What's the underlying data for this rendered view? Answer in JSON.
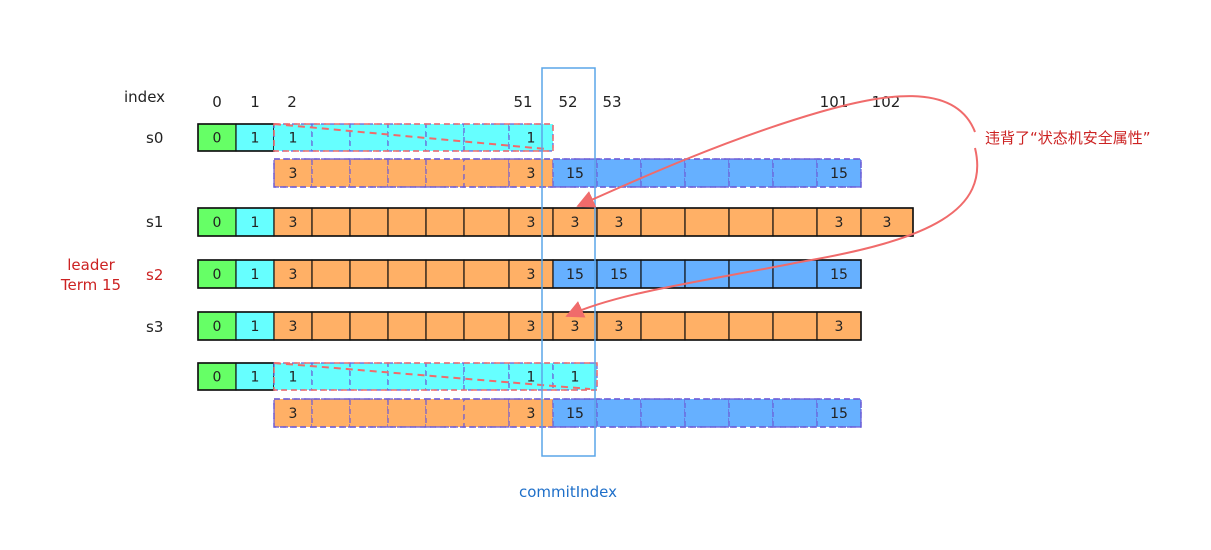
{
  "index_label": "index",
  "index_numbers": [
    "0",
    "1",
    "2",
    "51",
    "52",
    "53",
    "101",
    "102"
  ],
  "rows": [
    {
      "name": "s0",
      "label_color": "#222222"
    },
    {
      "name": "s1",
      "label_color": "#222222"
    },
    {
      "name": "s2",
      "label_color": "#cc2222"
    },
    {
      "name": "s3",
      "label_color": "#222222"
    }
  ],
  "leader_label": [
    "leader",
    "Term 15"
  ],
  "commit_label": "commitIndex",
  "annotation": "违背了“状态机安全属性”",
  "colors": {
    "green": "#66ff66",
    "cyan": "#66ffff",
    "orange": "#ffb066",
    "blue": "#66b0ff",
    "dash_border": "#6b5bd6",
    "dash_outline": "#f06b6b",
    "arrow": "#f06b6b",
    "commit_box": "#5aa6e8"
  },
  "logs": [
    {
      "id": "s0-stored",
      "dashed": false,
      "entries": [
        {
          "fill": "green",
          "label": "0"
        },
        {
          "fill": "cyan",
          "label": "1"
        }
      ]
    },
    {
      "id": "s0-overwritten",
      "dashed": true,
      "entries": [
        {
          "fill": "cyan",
          "label": "1"
        },
        {
          "fill": "cyan",
          "label": ""
        },
        {
          "fill": "cyan",
          "label": ""
        },
        {
          "fill": "cyan",
          "label": ""
        },
        {
          "fill": "cyan",
          "label": ""
        },
        {
          "fill": "cyan",
          "label": ""
        },
        {
          "fill": "cyan",
          "label": "1"
        }
      ]
    },
    {
      "id": "s0-replacement",
      "dashed": true,
      "entries": [
        {
          "fill": "orange",
          "label": "3"
        },
        {
          "fill": "orange",
          "label": ""
        },
        {
          "fill": "orange",
          "label": ""
        },
        {
          "fill": "orange",
          "label": ""
        },
        {
          "fill": "orange",
          "label": ""
        },
        {
          "fill": "orange",
          "label": ""
        },
        {
          "fill": "orange",
          "label": "3"
        },
        {
          "fill": "blue",
          "label": "15"
        },
        {
          "fill": "blue",
          "label": ""
        },
        {
          "fill": "blue",
          "label": ""
        },
        {
          "fill": "blue",
          "label": ""
        },
        {
          "fill": "blue",
          "label": ""
        },
        {
          "fill": "blue",
          "label": ""
        },
        {
          "fill": "blue",
          "label": "15"
        }
      ]
    },
    {
      "id": "s1-log",
      "dashed": false,
      "entries": [
        {
          "fill": "green",
          "label": "0"
        },
        {
          "fill": "cyan",
          "label": "1"
        },
        {
          "fill": "orange",
          "label": "3"
        },
        {
          "fill": "orange",
          "label": ""
        },
        {
          "fill": "orange",
          "label": ""
        },
        {
          "fill": "orange",
          "label": ""
        },
        {
          "fill": "orange",
          "label": ""
        },
        {
          "fill": "orange",
          "label": ""
        },
        {
          "fill": "orange",
          "label": "3"
        },
        {
          "fill": "orange",
          "label": "3"
        },
        {
          "fill": "orange",
          "label": "3"
        },
        {
          "fill": "orange",
          "label": ""
        },
        {
          "fill": "orange",
          "label": ""
        },
        {
          "fill": "orange",
          "label": ""
        },
        {
          "fill": "orange",
          "label": ""
        },
        {
          "fill": "orange",
          "label": "3"
        },
        {
          "fill": "orange",
          "label": "3"
        }
      ]
    },
    {
      "id": "s2-log",
      "dashed": false,
      "entries": [
        {
          "fill": "green",
          "label": "0"
        },
        {
          "fill": "cyan",
          "label": "1"
        },
        {
          "fill": "orange",
          "label": "3"
        },
        {
          "fill": "orange",
          "label": ""
        },
        {
          "fill": "orange",
          "label": ""
        },
        {
          "fill": "orange",
          "label": ""
        },
        {
          "fill": "orange",
          "label": ""
        },
        {
          "fill": "orange",
          "label": ""
        },
        {
          "fill": "orange",
          "label": "3"
        },
        {
          "fill": "blue",
          "label": "15"
        },
        {
          "fill": "blue",
          "label": "15"
        },
        {
          "fill": "blue",
          "label": ""
        },
        {
          "fill": "blue",
          "label": ""
        },
        {
          "fill": "blue",
          "label": ""
        },
        {
          "fill": "blue",
          "label": ""
        },
        {
          "fill": "blue",
          "label": "15"
        }
      ]
    },
    {
      "id": "s3-log",
      "dashed": false,
      "entries": [
        {
          "fill": "green",
          "label": "0"
        },
        {
          "fill": "cyan",
          "label": "1"
        },
        {
          "fill": "orange",
          "label": "3"
        },
        {
          "fill": "orange",
          "label": ""
        },
        {
          "fill": "orange",
          "label": ""
        },
        {
          "fill": "orange",
          "label": ""
        },
        {
          "fill": "orange",
          "label": ""
        },
        {
          "fill": "orange",
          "label": ""
        },
        {
          "fill": "orange",
          "label": "3"
        },
        {
          "fill": "orange",
          "label": "3"
        },
        {
          "fill": "orange",
          "label": "3"
        },
        {
          "fill": "orange",
          "label": ""
        },
        {
          "fill": "orange",
          "label": ""
        },
        {
          "fill": "orange",
          "label": ""
        },
        {
          "fill": "orange",
          "label": ""
        },
        {
          "fill": "orange",
          "label": "3"
        }
      ]
    },
    {
      "id": "s4-stored",
      "dashed": false,
      "entries": [
        {
          "fill": "green",
          "label": "0"
        },
        {
          "fill": "cyan",
          "label": "1"
        }
      ]
    },
    {
      "id": "s4-overwritten",
      "dashed": true,
      "entries": [
        {
          "fill": "cyan",
          "label": "1"
        },
        {
          "fill": "cyan",
          "label": ""
        },
        {
          "fill": "cyan",
          "label": ""
        },
        {
          "fill": "cyan",
          "label": ""
        },
        {
          "fill": "cyan",
          "label": ""
        },
        {
          "fill": "cyan",
          "label": ""
        },
        {
          "fill": "cyan",
          "label": "1"
        },
        {
          "fill": "cyan",
          "label": "1"
        }
      ]
    },
    {
      "id": "s4-replacement",
      "dashed": true,
      "entries": [
        {
          "fill": "orange",
          "label": "3"
        },
        {
          "fill": "orange",
          "label": ""
        },
        {
          "fill": "orange",
          "label": ""
        },
        {
          "fill": "orange",
          "label": ""
        },
        {
          "fill": "orange",
          "label": ""
        },
        {
          "fill": "orange",
          "label": ""
        },
        {
          "fill": "orange",
          "label": "3"
        },
        {
          "fill": "blue",
          "label": "15"
        },
        {
          "fill": "blue",
          "label": ""
        },
        {
          "fill": "blue",
          "label": ""
        },
        {
          "fill": "blue",
          "label": ""
        },
        {
          "fill": "blue",
          "label": ""
        },
        {
          "fill": "blue",
          "label": ""
        },
        {
          "fill": "blue",
          "label": "15"
        }
      ]
    }
  ]
}
